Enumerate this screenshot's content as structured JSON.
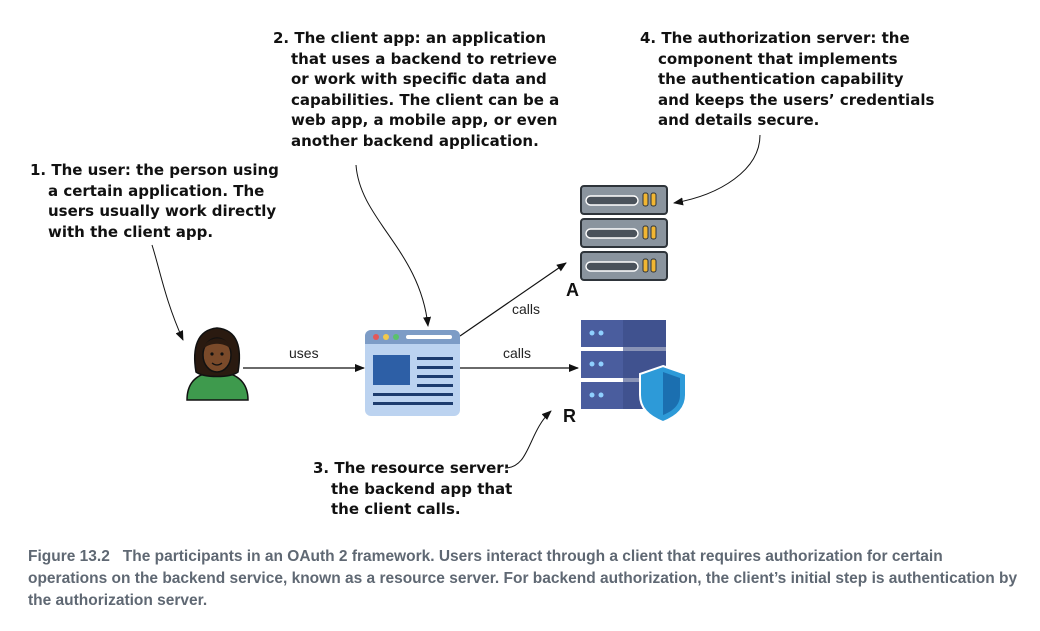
{
  "annotations": {
    "user": {
      "first": "1. The user: the person using",
      "rest": [
        "a certain application. The",
        "users usually work directly",
        "with the client app."
      ]
    },
    "client": {
      "first": "2. The client app: an application",
      "rest": [
        "that uses a backend to retrieve",
        "or work with specific data and",
        "capabilities. The client can be a",
        "web app, a mobile app, or even",
        "another backend application."
      ]
    },
    "resource": {
      "first": "3. The resource server:",
      "rest": [
        "the backend app that",
        "the client calls."
      ]
    },
    "auth": {
      "first": "4. The authorization server: the",
      "rest": [
        "component that implements",
        "the authentication capability",
        "and keeps the users’ credentials",
        "and details secure."
      ]
    }
  },
  "edges": {
    "uses": "uses",
    "calls_resource": "calls",
    "calls_auth": "calls"
  },
  "nodes": {
    "auth_letter": "A",
    "resource_letter": "R"
  },
  "caption": {
    "figure": "Figure 13.2",
    "text": "The participants in an OAuth 2 framework. Users interact through a client that requires authorization for certain operations on the backend service, known as a resource server. For backend authorization, the client’s initial step is authentication by the authorization server."
  },
  "colors": {
    "server_dark": "#4a525b",
    "server_light": "#8a949e",
    "resource_blue": "#4a5d9e",
    "shield": "#2d9ad8",
    "browser": "#bcd3f0",
    "user_skin": "#7a4a2a",
    "user_shirt": "#3e9a4d"
  }
}
